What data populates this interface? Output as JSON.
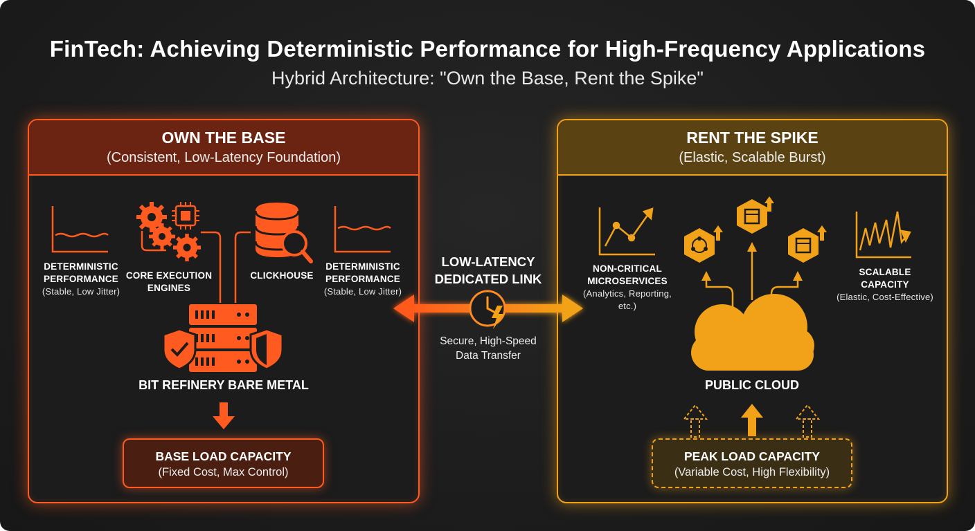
{
  "header": {
    "title": "FinTech: Achieving Deterministic Performance for High-Frequency Applications",
    "subtitle": "Hybrid Architecture: \"Own the Base, Rent the Spike\""
  },
  "left_panel": {
    "heading": "OWN THE BASE",
    "subheading": "(Consistent, Low-Latency Foundation)",
    "det_perf_left": {
      "title_line1": "DETERMINISTIC",
      "title_line2": "PERFORMANCE",
      "note": "(Stable, Low Jitter)"
    },
    "core_engines": {
      "line1": "CORE EXECUTION",
      "line2": "ENGINES"
    },
    "clickhouse": "CLICKHOUSE",
    "det_perf_right": {
      "title_line1": "DETERMINISTIC",
      "title_line2": "PERFORMANCE",
      "note": "(Stable, Low Jitter)"
    },
    "bare_metal": "BIT REFINERY BARE METAL",
    "capacity": {
      "title": "BASE LOAD CAPACITY",
      "note": "(Fixed Cost, Max Control)"
    }
  },
  "link": {
    "title_line1": "LOW-LATENCY",
    "title_line2": "DEDICATED LINK",
    "sub_line1": "Secure, High-Speed",
    "sub_line2": "Data Transfer"
  },
  "right_panel": {
    "heading": "RENT THE SPIKE",
    "subheading": "(Elastic, Scalable Burst)",
    "microservices": {
      "line1": "NON-CRITICAL",
      "line2": "MICROSERVICES",
      "note1": "(Analytics, Reporting,",
      "note2": "etc.)"
    },
    "scalable": {
      "line1": "SCALABLE",
      "line2": "CAPACITY",
      "note": "(Elastic, Cost-Effective)"
    },
    "cloud": "PUBLIC CLOUD",
    "capacity": {
      "title": "PEAK LOAD CAPACITY",
      "note": "(Variable Cost, High Flexibility)"
    }
  },
  "colors": {
    "orange": "#ff5a1f",
    "amber": "#f2a218",
    "background": "#1d1d1d"
  }
}
